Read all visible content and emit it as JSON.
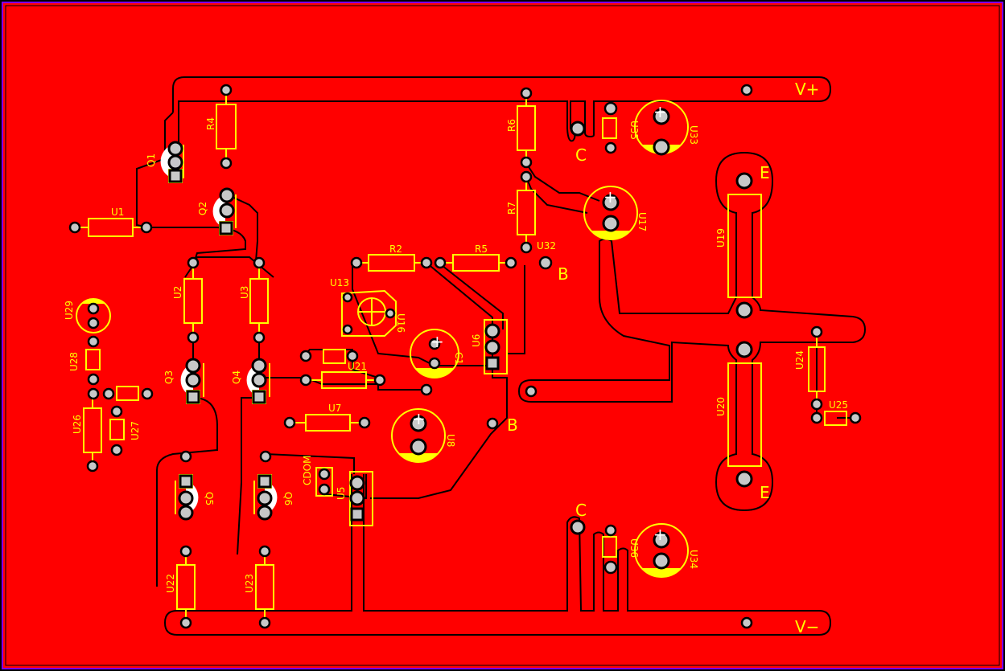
{
  "colors": {
    "board": "#ff0000",
    "silkscreen": "#ffff00",
    "trace_outline": "#000000",
    "pad": "#c8c8c8",
    "frame": "#8000ff"
  },
  "components": {
    "R4": "R4",
    "R6": "R6",
    "R7": "R7",
    "R2": "R2",
    "R5": "R5",
    "U1": "U1",
    "U2": "U2",
    "U3": "U3",
    "U5": "U5",
    "U6": "U6",
    "U7": "U7",
    "U8": "U8",
    "U13": "U13",
    "U16": "U16",
    "U17": "U17",
    "U19": "U19",
    "U20": "U20",
    "U21": "U21",
    "U22": "U22",
    "U23": "U23",
    "U24": "U24",
    "U25": "U25",
    "U26": "U26",
    "U27": "U27",
    "U28": "U28",
    "U29": "U29",
    "U32": "U32",
    "U33": "U33",
    "U34": "U34",
    "U35": "U35",
    "U36": "U36",
    "Q1": "Q1",
    "Q2": "Q2",
    "Q3": "Q3",
    "Q4": "Q4",
    "Q5": "Q5",
    "Q6": "Q6",
    "C1": "C1",
    "CDOM": "CDOM"
  },
  "nets": {
    "vplus": "V+",
    "vminus": "V−",
    "b": "B",
    "c": "C",
    "e": "E"
  },
  "polarity": {
    "plus": "+"
  }
}
